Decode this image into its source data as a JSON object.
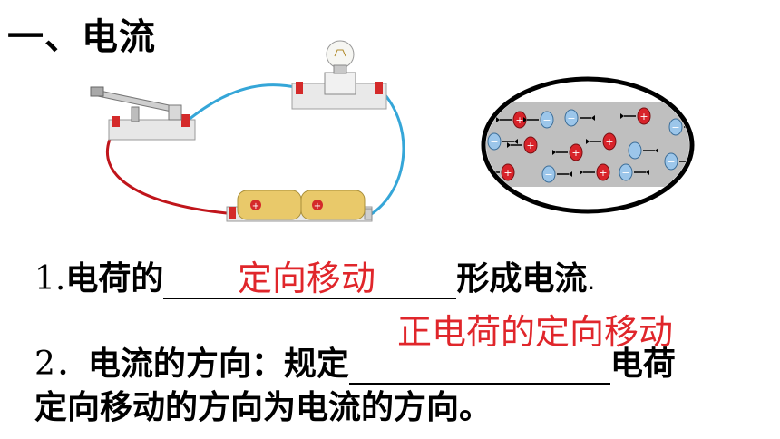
{
  "title": "一、电流",
  "item1": {
    "number": "1.",
    "prefix": "电荷的",
    "suffix": "形成电流",
    "end": ".",
    "answer": "定向移动"
  },
  "item2": {
    "number": "2．",
    "prefix": "电流的方向：规定",
    "suffix": "电荷",
    "line2": "定向移动的方向为电流的方向。",
    "answer": "正电荷的定向移动"
  },
  "colors": {
    "answer_red": "#e0262b",
    "wire_red": "#c0151b",
    "wire_blue": "#35a6d8",
    "positive_charge": "#d8232a",
    "negative_charge": "#9cc6ea",
    "battery_gold": "#e9c96a"
  }
}
